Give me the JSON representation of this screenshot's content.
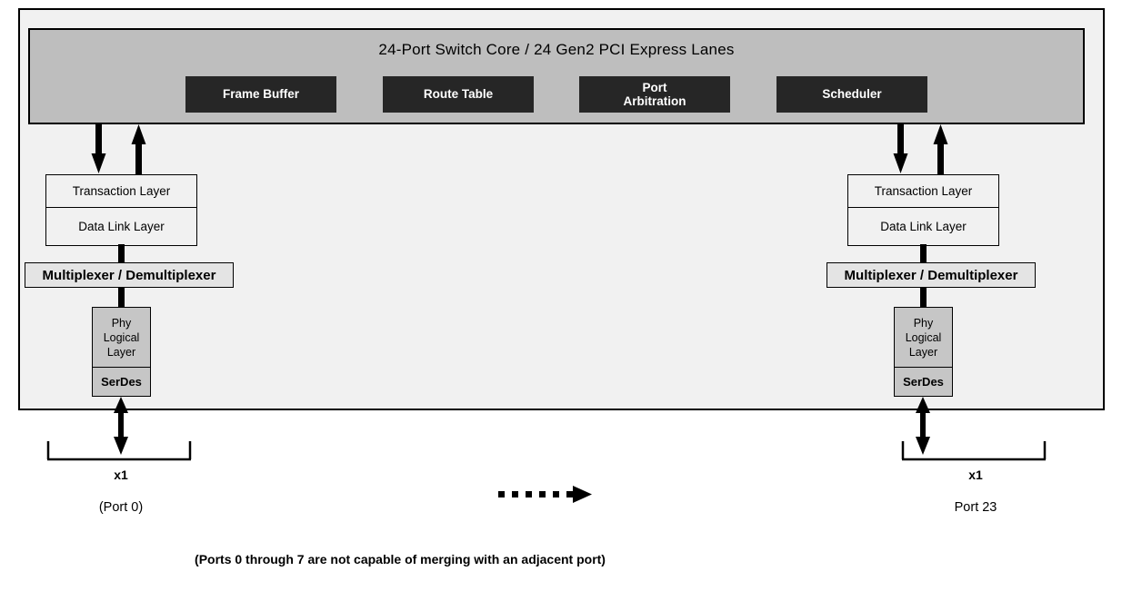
{
  "diagram": {
    "core": {
      "title": "24-Port Switch Core  /  24 Gen2 PCI Express Lanes",
      "blocks": [
        {
          "label": "Frame Buffer"
        },
        {
          "label": "Route Table"
        },
        {
          "label": "Port\nArbitration"
        },
        {
          "label": "Scheduler"
        }
      ]
    },
    "ports": [
      {
        "id": "port-left",
        "transaction_layer": "Transaction Layer",
        "data_link_layer": "Data Link Layer",
        "mux": "Multiplexer / Demultiplexer",
        "phy": "Phy\nLogical\nLayer",
        "serdes": "SerDes",
        "lane_width": "x1",
        "port_label": "(Port 0)"
      },
      {
        "id": "port-right",
        "transaction_layer": "Transaction Layer",
        "data_link_layer": "Data Link Layer",
        "mux": "Multiplexer / Demultiplexer",
        "phy": "Phy\nLogical\nLayer",
        "serdes": "SerDes",
        "lane_width": "x1",
        "port_label": "Port 23"
      }
    ],
    "continuation": "dotted-arrow-right",
    "footnote": "(Ports 0 through 7 are not capable of merging with an adjacent port)",
    "colors": {
      "core_fill": "#bebebe",
      "block_fill": "#262626",
      "block_text": "#ffffff",
      "chip_fill": "#f1f1f1",
      "phy_fill": "#c6c6c6",
      "mux_fill": "#e4e4e4",
      "line": "#000000",
      "page_bg": "#ffffff"
    }
  }
}
